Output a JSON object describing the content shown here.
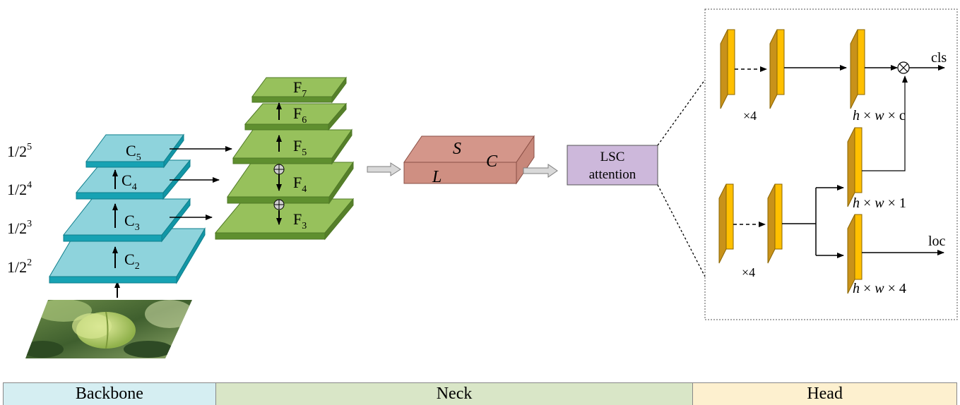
{
  "scales": [
    {
      "base": "1/2",
      "exp": "5"
    },
    {
      "base": "1/2",
      "exp": "4"
    },
    {
      "base": "1/2",
      "exp": "3"
    },
    {
      "base": "1/2",
      "exp": "2"
    }
  ],
  "backbone_layers": [
    {
      "letter": "C",
      "sub": "5"
    },
    {
      "letter": "C",
      "sub": "4"
    },
    {
      "letter": "C",
      "sub": "3"
    },
    {
      "letter": "C",
      "sub": "2"
    }
  ],
  "neck_layers": [
    {
      "letter": "F",
      "sub": "7"
    },
    {
      "letter": "F",
      "sub": "6"
    },
    {
      "letter": "F",
      "sub": "5"
    },
    {
      "letter": "F",
      "sub": "4"
    },
    {
      "letter": "F",
      "sub": "3"
    }
  ],
  "tensor": {
    "s": "S",
    "c": "C",
    "l": "L"
  },
  "attention": {
    "line1": "LSC",
    "line2": "attention"
  },
  "head": {
    "repeat_top": "×4",
    "repeat_bottom": "×4",
    "cls_label": "cls",
    "loc_label": "loc",
    "dim_cls": {
      "h": "h",
      "x1": " × ",
      "w": "w",
      "x2": " × ",
      "last": "c"
    },
    "dim_obj": {
      "h": "h",
      "x1": " × ",
      "w": "w",
      "x2": " × ",
      "last": "1"
    },
    "dim_loc": {
      "h": "h",
      "x1": " × ",
      "w": "w",
      "x2": " × ",
      "last": "4"
    }
  },
  "legend": {
    "backbone": "Backbone",
    "neck": "Neck",
    "head": "Head"
  },
  "colors": {
    "backbone_top": "#8ed3dc",
    "backbone_side": "#17a2b3",
    "neck_top": "#97c15c",
    "neck_side": "#5f8f2f",
    "tensor": "#d4968a",
    "attention": "#cdb8db",
    "head_face": "#ffc000",
    "head_side": "#c8921a",
    "legend_backbone": "#d5eef2",
    "legend_neck": "#d9e6c7",
    "legend_head": "#fdf0cf"
  }
}
